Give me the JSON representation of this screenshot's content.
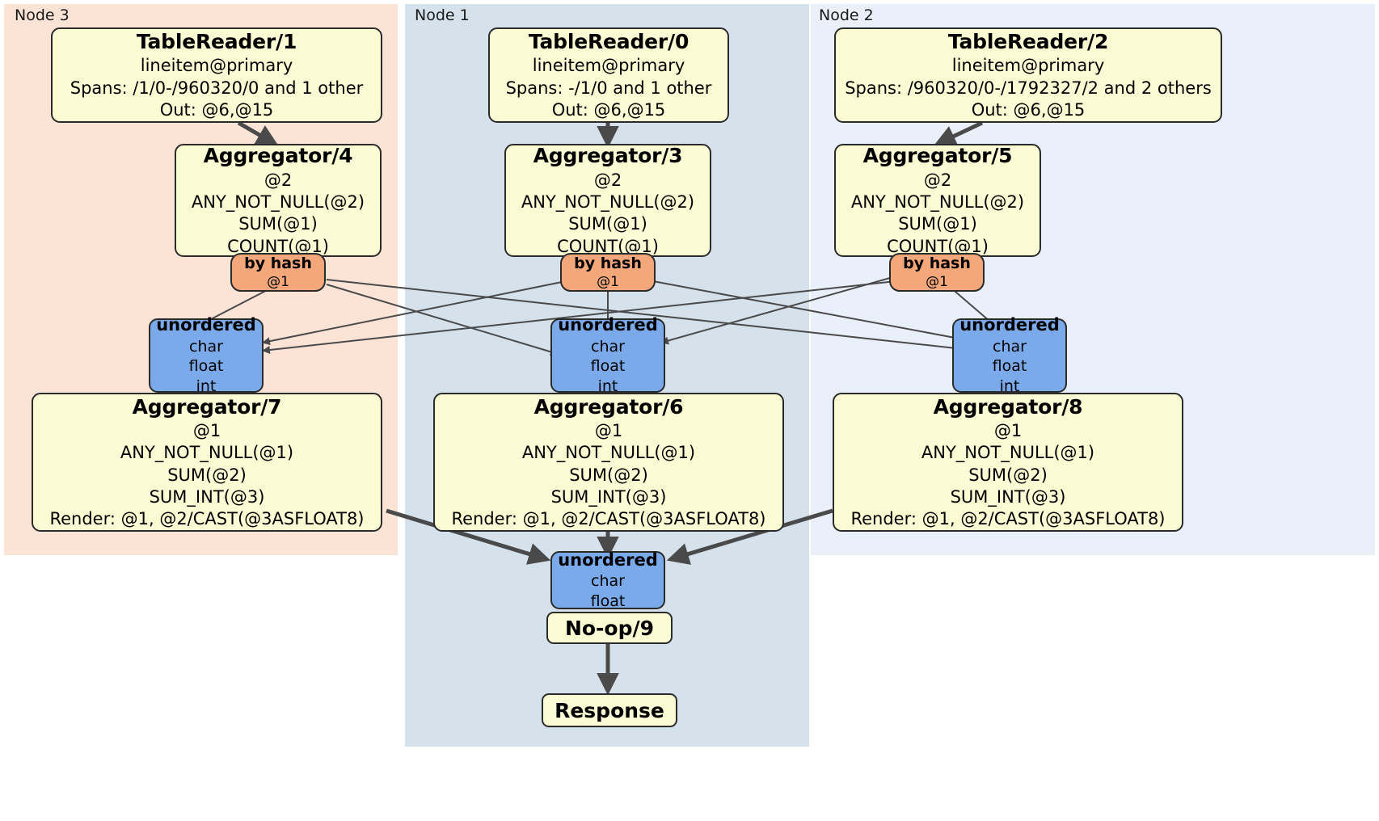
{
  "diagram": {
    "type": "distributed-query-plan",
    "colors": {
      "node3_panel": "#fbe3d6",
      "node1_panel": "#d5e2ec",
      "node2_panel": "#eaf0fa",
      "processor_fill": "#fbfbd4",
      "hash_router_fill": "#f4a77a",
      "unordered_fill": "#7aaaea",
      "edge": "#4a4a4a",
      "border": "#2b2b2b"
    },
    "nodes": [
      {
        "id": "node3",
        "label": "Node 3"
      },
      {
        "id": "node1",
        "label": "Node 1"
      },
      {
        "id": "node2",
        "label": "Node 2"
      }
    ],
    "processors": {
      "table_reader_1": {
        "title": "TableReader/1",
        "lines": [
          "lineitem@primary",
          "Spans: /1/0-/960320/0 and 1 other",
          "Out: @6,@15"
        ]
      },
      "table_reader_0": {
        "title": "TableReader/0",
        "lines": [
          "lineitem@primary",
          "Spans: -/1/0 and 1 other",
          "Out: @6,@15"
        ]
      },
      "table_reader_2": {
        "title": "TableReader/2",
        "lines": [
          "lineitem@primary",
          "Spans: /960320/0-/1792327/2 and 2 others",
          "Out: @6,@15"
        ]
      },
      "aggregator_4": {
        "title": "Aggregator/4",
        "lines": [
          "@2",
          "ANY_NOT_NULL(@2)",
          "SUM(@1)",
          "COUNT(@1)"
        ]
      },
      "aggregator_3": {
        "title": "Aggregator/3",
        "lines": [
          "@2",
          "ANY_NOT_NULL(@2)",
          "SUM(@1)",
          "COUNT(@1)"
        ]
      },
      "aggregator_5": {
        "title": "Aggregator/5",
        "lines": [
          "@2",
          "ANY_NOT_NULL(@2)",
          "SUM(@1)",
          "COUNT(@1)"
        ]
      },
      "aggregator_7": {
        "title": "Aggregator/7",
        "lines": [
          "@1",
          "ANY_NOT_NULL(@1)",
          "SUM(@2)",
          "SUM_INT(@3)",
          "Render: @1, @2/CAST(@3ASFLOAT8)"
        ]
      },
      "aggregator_6": {
        "title": "Aggregator/6",
        "lines": [
          "@1",
          "ANY_NOT_NULL(@1)",
          "SUM(@2)",
          "SUM_INT(@3)",
          "Render: @1, @2/CAST(@3ASFLOAT8)"
        ]
      },
      "aggregator_8": {
        "title": "Aggregator/8",
        "lines": [
          "@1",
          "ANY_NOT_NULL(@1)",
          "SUM(@2)",
          "SUM_INT(@3)",
          "Render: @1, @2/CAST(@3ASFLOAT8)"
        ]
      },
      "noop_9": {
        "title": "No-op/9"
      },
      "response": {
        "title": "Response"
      }
    },
    "routers": {
      "hash_left": {
        "title": "by hash",
        "lines": [
          "@1"
        ]
      },
      "hash_center": {
        "title": "by hash",
        "lines": [
          "@1"
        ]
      },
      "hash_right": {
        "title": "by hash",
        "lines": [
          "@1"
        ]
      }
    },
    "synchronizers": {
      "unordered_left": {
        "title": "unordered",
        "lines": [
          "char",
          "float",
          "int"
        ]
      },
      "unordered_center": {
        "title": "unordered",
        "lines": [
          "char",
          "float",
          "int"
        ]
      },
      "unordered_right": {
        "title": "unordered",
        "lines": [
          "char",
          "float",
          "int"
        ]
      },
      "unordered_final": {
        "title": "unordered",
        "lines": [
          "char",
          "float"
        ]
      }
    }
  }
}
